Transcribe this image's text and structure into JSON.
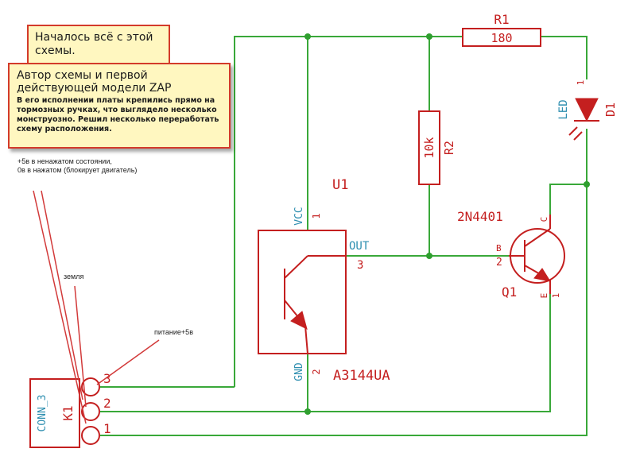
{
  "callouts": {
    "first": {
      "title": "Началось всё с этой схемы."
    },
    "author": {
      "title": "Автор схемы и первой действующей модели ZAP",
      "body": "В его исполнении платы крепились прямо на тормозных ручках, что выглядело несколько монструозно. Решил несколько переработать схему расположения."
    }
  },
  "notes": {
    "state_line1": "+5в в ненажатом состоянии,",
    "state_line2": "0в в нажатом (блокирует двигатель)",
    "ground": "земля",
    "power": "питание+5в"
  },
  "components": {
    "r1": {
      "ref": "R1",
      "value": "180"
    },
    "r2": {
      "ref": "R2",
      "value": "10k"
    },
    "d1": {
      "ref": "D1",
      "value": "LED",
      "pin": "1"
    },
    "u1": {
      "ref": "U1",
      "value": "A3144UA",
      "vcc": "VCC",
      "vcc_pin": "1",
      "out": "OUT",
      "out_pin": "3",
      "gnd": "GND",
      "gnd_pin": "2"
    },
    "q1": {
      "ref": "Q1",
      "value": "2N4401",
      "b": "B",
      "b_pin": "2",
      "c": "C",
      "e": "E",
      "pin": "1"
    },
    "k1": {
      "ref": "K1",
      "value": "CONN_3",
      "pins": [
        "3",
        "2",
        "1"
      ]
    }
  },
  "colors": {
    "wire": "#39a839",
    "part": "#c41f1f",
    "label": "#2f8fb0",
    "callout_bg": "#fff7c0",
    "callout_border": "#d33a2a"
  }
}
